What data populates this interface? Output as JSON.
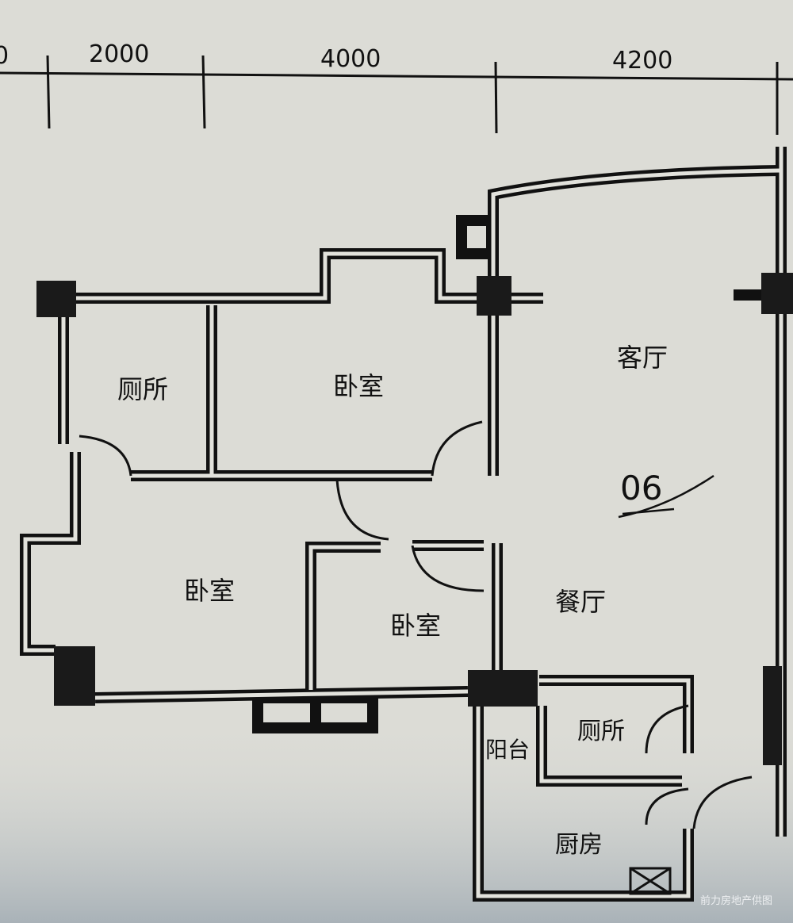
{
  "dimensions": [
    {
      "label": "0"
    },
    {
      "label": "2000"
    },
    {
      "label": "4000"
    },
    {
      "label": "4200"
    }
  ],
  "rooms": [
    {
      "label": "厕所"
    },
    {
      "label": "卧室"
    },
    {
      "label": "客厅"
    },
    {
      "label": "卧室"
    },
    {
      "label": "卧室"
    },
    {
      "label": "餐厅"
    },
    {
      "label": "阳台"
    },
    {
      "label": "厕所"
    },
    {
      "label": "厨房"
    }
  ],
  "unit_number": "06",
  "watermark": "前力房地产供图",
  "colors": {
    "paper": "#dcdcd6",
    "ink": "#111111",
    "shadow": "#a9b2b8"
  }
}
